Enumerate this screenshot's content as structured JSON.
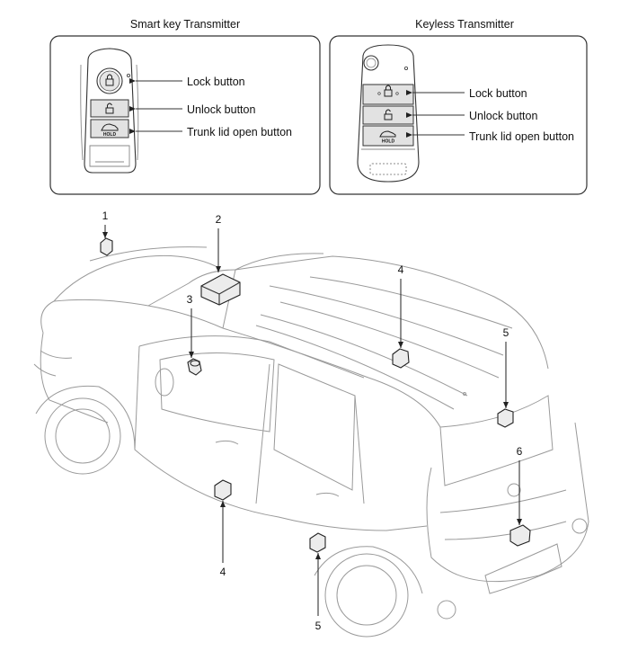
{
  "smart_key": {
    "title": "Smart key Transmitter",
    "labels": [
      "Lock button",
      "Unlock button",
      "Trunk lid open button"
    ],
    "hold_text": "HOLD"
  },
  "keyless": {
    "title": "Keyless Transmitter",
    "labels": [
      "Lock button",
      "Unlock button",
      "Trunk lid open button"
    ],
    "hold_text": "HOLD"
  },
  "callouts": {
    "c1": "1",
    "c2": "2",
    "c3": "3",
    "c4_roof": "4",
    "c5_rear": "5",
    "c6": "6",
    "c4_door": "4",
    "c5_side": "5"
  },
  "icons": [
    "lock-icon",
    "unlock-icon",
    "trunk-icon"
  ]
}
